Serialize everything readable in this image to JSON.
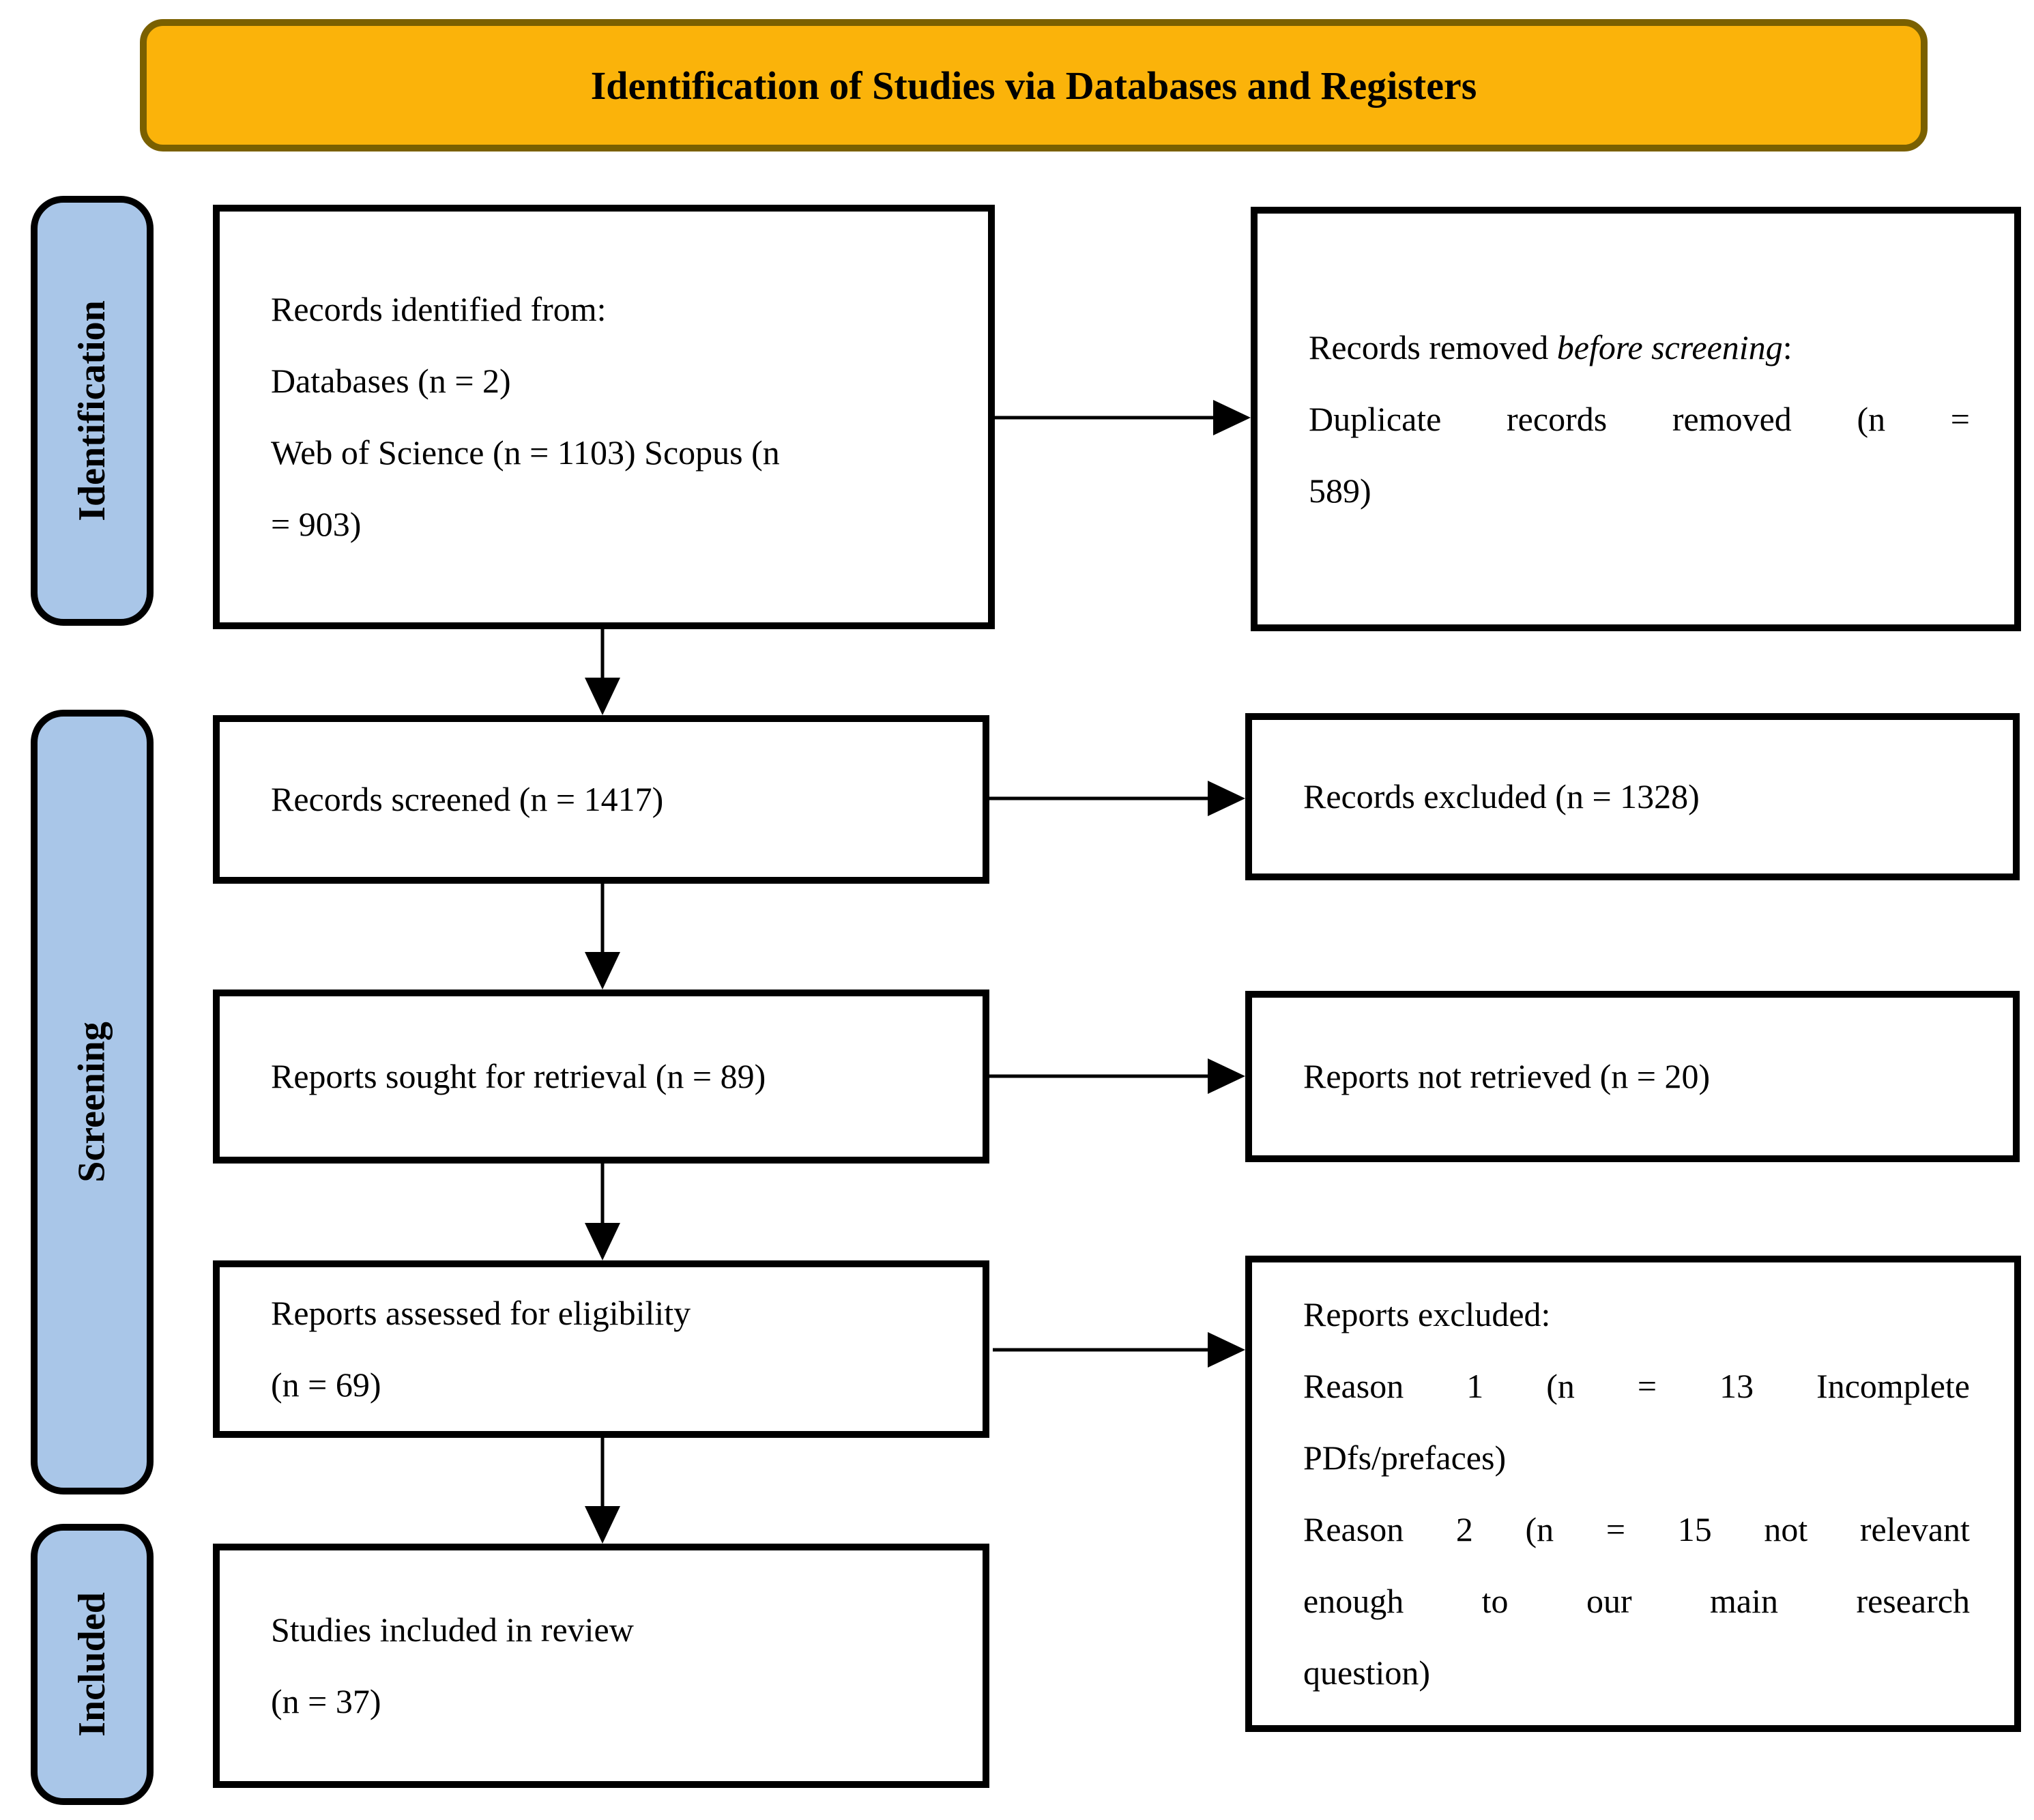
{
  "colors": {
    "banner_fill": "#FBB30A",
    "banner_border": "#7A6000",
    "stage_fill": "#A9C6E8",
    "box_border": "#000000",
    "page_bg": "#FFFFFF"
  },
  "banner": {
    "title": "Identification of Studies via Databases and Registers"
  },
  "stages": {
    "identification": "Identification",
    "screening": "Screening",
    "included": "Included"
  },
  "boxes": {
    "identified": {
      "lines": [
        "Records identified from:",
        "Databases (n = 2)",
        "Web of Science (n = 1103) Scopus (n",
        "= 903)"
      ]
    },
    "removed_before_screening": {
      "line1_normal": "Records removed ",
      "line1_italic": "before screening",
      "line1_colon": ":",
      "line2": "Duplicate records removed (n =",
      "line3": "589)"
    },
    "screened": {
      "line": "Records screened (n = 1417)"
    },
    "records_excluded": {
      "line": "Records excluded (n = 1328)"
    },
    "sought": {
      "line": "Reports sought for retrieval (n = 89)"
    },
    "not_retrieved": {
      "line": "Reports not retrieved (n = 20)"
    },
    "assessed": {
      "lines": [
        "Reports assessed for eligibility",
        "(n = 69)"
      ]
    },
    "reports_excluded": {
      "lines": [
        "Reports excluded:",
        "Reason 1 (n = 13 Incomplete",
        "PDfs/prefaces)",
        "Reason 2 (n = 15 not relevant",
        "enough to our main research",
        "question)"
      ]
    },
    "included_review": {
      "lines": [
        "Studies included in review",
        "(n = 37)"
      ]
    }
  }
}
